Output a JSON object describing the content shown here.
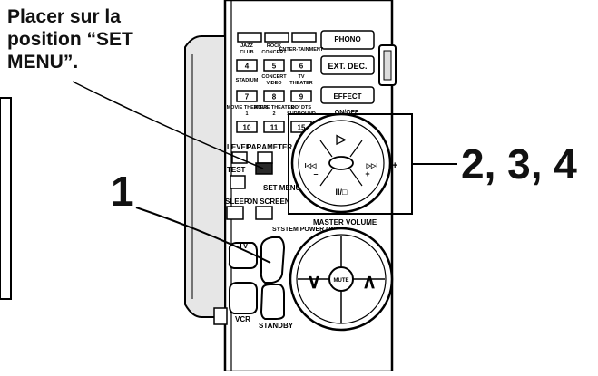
{
  "instruction_lines": [
    "Placer sur la",
    "position “SET",
    "MENU”."
  ],
  "step_labels": {
    "step1": "1",
    "steps234": "2, 3, 4"
  },
  "input_buttons": [
    {
      "label": "JAZZ CLUB",
      "num": "4"
    },
    {
      "label": "ROCK CONCERT",
      "num": "5"
    },
    {
      "label": "ENTER-TAINMENT",
      "num": "6"
    },
    {
      "label": "STADIUM",
      "num": "7"
    },
    {
      "label": "CONCERT VIDEO",
      "num": "8"
    },
    {
      "label": "TV THEATER",
      "num": "9"
    },
    {
      "label": "MOVIE THEATER 1",
      "num": "10"
    },
    {
      "label": "MOVIE THEATER 2",
      "num": "11"
    },
    {
      "label": "DD/ DTS SURROUND",
      "num": "15"
    }
  ],
  "side_buttons": {
    "phono": "PHONO",
    "ext_dec": "EXT. DEC.",
    "effect": "EFFECT",
    "on_off": "ON/OFF"
  },
  "small_labels": {
    "level": "LEVEL",
    "parameter": "PARAMETER",
    "test": "TEST",
    "set_menu": "SET MENU",
    "sleep": "SLEEP",
    "on_screen": "ON SCREEN",
    "system_power_on": "SYSTEM POWER ON",
    "tv": "TV",
    "vcr": "VCR",
    "standby": "STANDBY",
    "master_volume": "MASTER VOLUME",
    "mute": "MUTE"
  },
  "dpad_symbols": {
    "play": "▷",
    "prev": "I◁◁",
    "next": "▷▷I",
    "pause_stop": "II/□",
    "minus": "–",
    "plus": "+"
  },
  "volume_symbols": {
    "down": "∨",
    "up": "∧"
  }
}
